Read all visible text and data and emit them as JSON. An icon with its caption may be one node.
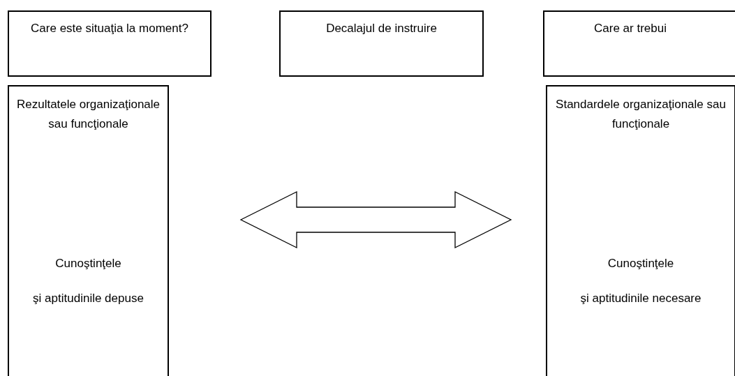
{
  "diagram": {
    "nodes": [
      {
        "text": [
          "Care este situaţia la moment?"
        ]
      },
      {
        "text": [
          "Decalajul de instruire"
        ]
      },
      {
        "text": [
          "Care ar trebui"
        ]
      },
      {
        "text": [
          "Rezultatele organizaţionale sau funcţionale",
          "Cunoştinţele",
          "şi aptitudinile depuse"
        ]
      },
      {
        "text": [
          "Standardele organizaţionale sau funcţionale",
          "Cunoştinţele",
          "şi aptitudinile necesare"
        ]
      }
    ],
    "edges": [
      {
        "from": 3,
        "to": 4,
        "arrow": "both"
      }
    ]
  }
}
